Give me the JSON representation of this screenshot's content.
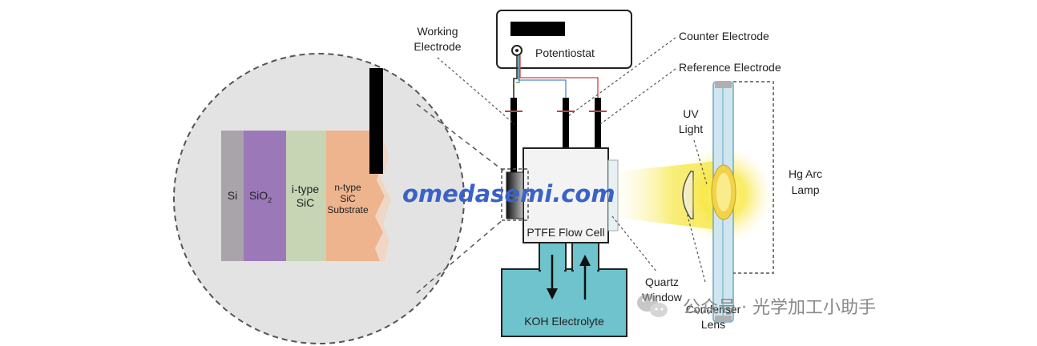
{
  "labels": {
    "working_electrode_line1": "Working",
    "working_electrode_line2": "Electrode",
    "potentiostat": "Potentiostat",
    "counter_electrode": "Counter Electrode",
    "reference_electrode": "Reference Electrode",
    "uv_light_line1": "UV",
    "uv_light_line2": "Light",
    "hg_arc_lamp_line1": "Hg Arc",
    "hg_arc_lamp_line2": "Lamp",
    "ptfe_flow_cell": "PTFE Flow Cell",
    "koh_electrolyte": "KOH Electrolyte",
    "quartz_window_line1": "Quartz",
    "quartz_window_line2": "Window",
    "condenser_lens_line1": "Condenser",
    "condenser_lens_line2": "Lens"
  },
  "layers": {
    "si": "Si",
    "sio2_main": "SiO",
    "sio2_sub": "2",
    "itype_line1": "i-type",
    "itype_line2": "SiC",
    "ntype_line1": "n-type",
    "ntype_line2": "SiC",
    "ntype_line3": "Substrate"
  },
  "watermark": {
    "site": "omedasemi.com",
    "wechat": "公众号 · 光学加工小助手"
  },
  "colors": {
    "si": "#a8a4aa",
    "sio2": "#9b79b8",
    "itype_sic": "#c7d5b4",
    "ntype_sic": "#eeb48e",
    "electrolyte": "#6ec3cc",
    "uv_glow": "#f6e43a",
    "zoom_circle": "#e3e3e3"
  }
}
